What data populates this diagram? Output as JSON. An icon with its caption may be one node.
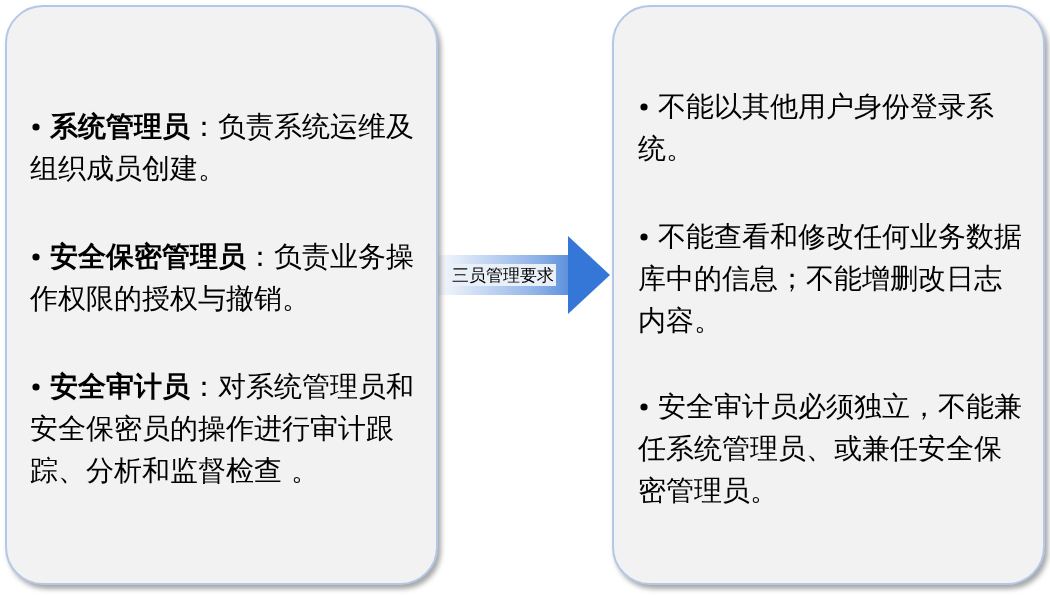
{
  "diagram": {
    "nodes": [
      {
        "text": [
          "**系统管理员**：负责系统运维及组织成员创建。",
          "**安全保密管理员**：负责业务操作权限的授权与撤销。",
          "**安全审计员**：对系统管理员和安全保密员的操作进行审计跟踪、分析和监督检查 。"
        ]
      },
      {
        "text": [
          "不能以其他用户身份登录系统。",
          "不能查看和修改任何业务数据库中的信息；不能增删改日志内容。",
          "安全审计员必须独立，不能兼任系统管理员、或兼任安全保密管理员。"
        ]
      }
    ],
    "edges": [
      {
        "from": 0,
        "to": 1,
        "arrow": "to",
        "label": "三员管理要求"
      }
    ]
  }
}
